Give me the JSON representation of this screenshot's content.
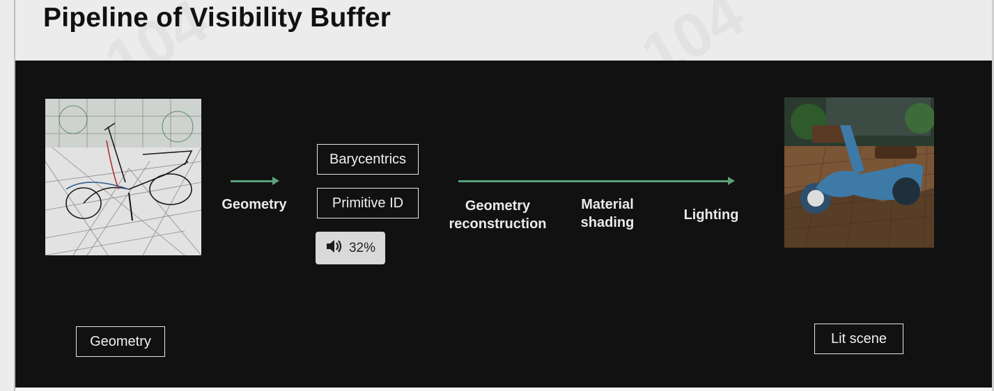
{
  "slide": {
    "title": "Pipeline of Visibility Buffer"
  },
  "pipeline": {
    "step_geometry": "Geometry",
    "buffer_items": [
      "Barycentrics",
      "Primitive ID"
    ],
    "step_reconstruction": "Geometry\nreconstruction",
    "step_material": "Material\nshading",
    "step_lighting": "Lighting",
    "arrow_color": "#5aa17a"
  },
  "captions": {
    "left": "Geometry",
    "right": "Lit scene"
  },
  "volume": {
    "icon": "speaker-icon",
    "value": "32%"
  }
}
